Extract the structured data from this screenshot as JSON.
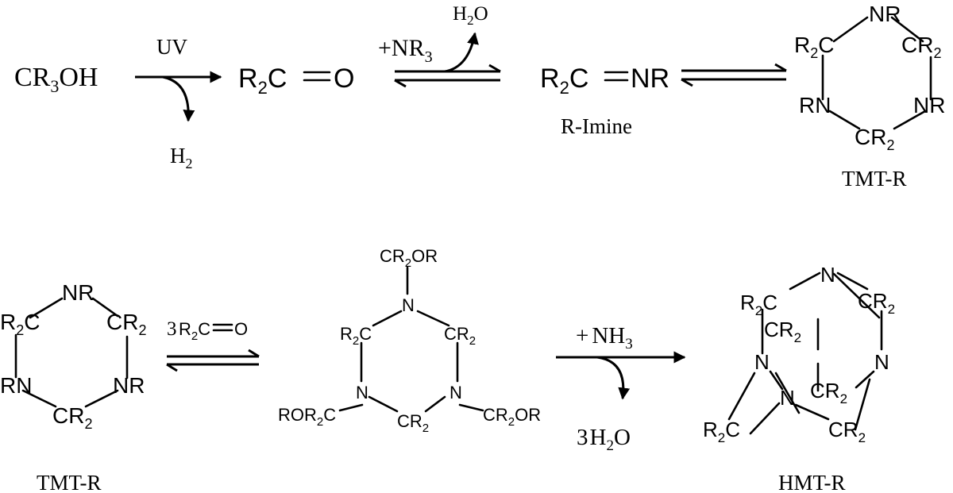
{
  "scheme1": {
    "methanol": {
      "main": "CR",
      "sub": "3",
      "tail": "OH"
    },
    "uv_label": "UV",
    "h2": {
      "main": "H",
      "sub": "2"
    },
    "ketone": {
      "r": "R",
      "sub": "2",
      "c": "C",
      "o": "O"
    },
    "nr3": {
      "plus": "+NR",
      "sub": "3"
    },
    "h2o": {
      "h": "H",
      "sub": "2",
      "o": "O"
    },
    "imine": {
      "r": "R",
      "sub": "2",
      "c": "C",
      "nr": "NR"
    },
    "imine_label": "R-Imine",
    "tmt_label": "TMT-R"
  },
  "scheme2": {
    "tmt_label": "TMT-R",
    "reagent": {
      "coef": "3",
      "r": "R",
      "sub": "2",
      "c": "C",
      "o": "O"
    },
    "nh3": {
      "plus": "+",
      "nh": "NH",
      "sub": "3"
    },
    "water": {
      "coef": "3",
      "h": "H",
      "sub": "2",
      "o": "O"
    },
    "hmt_label": "HMT-R"
  },
  "atoms": {
    "nr": "NR",
    "rn": "RN",
    "n": "N",
    "r2c": {
      "r": "R",
      "sub": "2",
      "c": "C"
    },
    "cr2": {
      "c": "CR",
      "sub": "2"
    },
    "cr2or": {
      "c": "CR",
      "sub": "2",
      "t": "OR"
    },
    "ror2c": {
      "r": "ROR",
      "sub": "2",
      "c": "C"
    }
  }
}
